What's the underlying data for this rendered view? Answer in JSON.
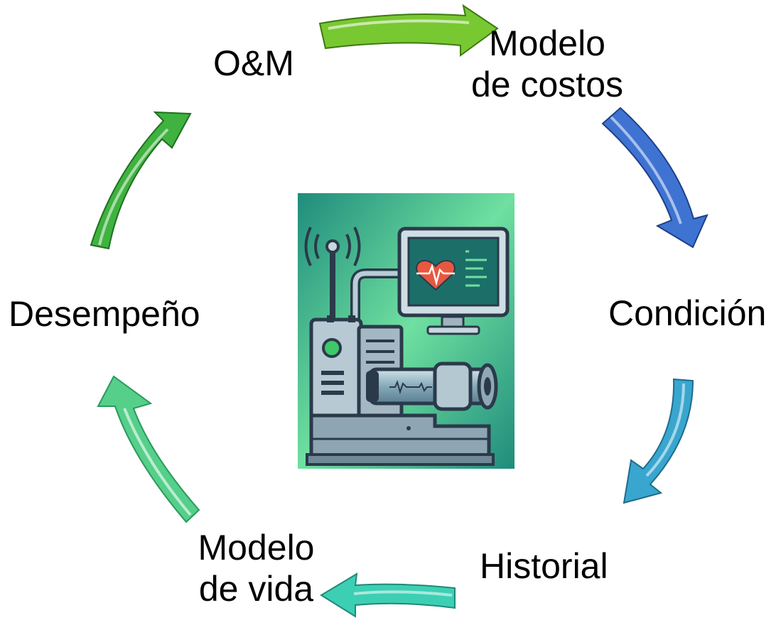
{
  "cycle": {
    "nodes": [
      {
        "id": "om",
        "lines": [
          "O&M"
        ]
      },
      {
        "id": "cost",
        "lines": [
          "Modelo",
          "de costos"
        ]
      },
      {
        "id": "cond",
        "lines": [
          "Condición"
        ]
      },
      {
        "id": "hist",
        "lines": [
          "Historial"
        ]
      },
      {
        "id": "life",
        "lines": [
          "Modelo",
          "de vida"
        ]
      },
      {
        "id": "perf",
        "lines": [
          "Desempeño"
        ]
      }
    ],
    "arrow_colors": [
      "#78c832",
      "#3f73d2",
      "#39a6cf",
      "#3dcfb3",
      "#55cf8a",
      "#3fb23f"
    ]
  },
  "center_image": {
    "subject": "machine-health-monitoring-illustration",
    "bg_from": "#1f8c7c",
    "bg_to": "#6fe0a0",
    "heart_color": "#e8573f"
  }
}
